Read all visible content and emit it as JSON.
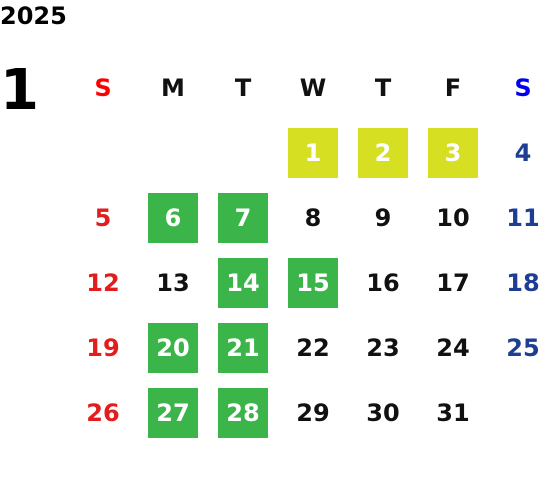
{
  "calendar": {
    "year": "2025",
    "month": "1",
    "weekdays": [
      "S",
      "M",
      "T",
      "W",
      "T",
      "F",
      "S"
    ],
    "weeks": [
      [
        {
          "day": "",
          "type": "empty"
        },
        {
          "day": "",
          "type": "empty"
        },
        {
          "day": "",
          "type": "empty"
        },
        {
          "day": "1",
          "type": "holiday-yellow"
        },
        {
          "day": "2",
          "type": "holiday-yellow"
        },
        {
          "day": "3",
          "type": "holiday-yellow"
        },
        {
          "day": "4",
          "type": "sat"
        }
      ],
      [
        {
          "day": "5",
          "type": "sun"
        },
        {
          "day": "6",
          "type": "green"
        },
        {
          "day": "7",
          "type": "green"
        },
        {
          "day": "8",
          "type": "normal"
        },
        {
          "day": "9",
          "type": "normal"
        },
        {
          "day": "10",
          "type": "normal"
        },
        {
          "day": "11",
          "type": "sat"
        }
      ],
      [
        {
          "day": "12",
          "type": "sun"
        },
        {
          "day": "13",
          "type": "normal"
        },
        {
          "day": "14",
          "type": "green"
        },
        {
          "day": "15",
          "type": "green"
        },
        {
          "day": "16",
          "type": "normal"
        },
        {
          "day": "17",
          "type": "normal"
        },
        {
          "day": "18",
          "type": "sat"
        }
      ],
      [
        {
          "day": "19",
          "type": "sun"
        },
        {
          "day": "20",
          "type": "green"
        },
        {
          "day": "21",
          "type": "green"
        },
        {
          "day": "22",
          "type": "normal"
        },
        {
          "day": "23",
          "type": "normal"
        },
        {
          "day": "24",
          "type": "normal"
        },
        {
          "day": "25",
          "type": "sat"
        }
      ],
      [
        {
          "day": "26",
          "type": "sun"
        },
        {
          "day": "27",
          "type": "green"
        },
        {
          "day": "28",
          "type": "green"
        },
        {
          "day": "29",
          "type": "normal"
        },
        {
          "day": "30",
          "type": "normal"
        },
        {
          "day": "31",
          "type": "normal"
        },
        {
          "day": "",
          "type": "empty"
        }
      ]
    ]
  },
  "colors": {
    "sunday_red": "#e11d1d",
    "saturday_blue": "#1e3e94",
    "holiday_yellow": "#d6df22",
    "highlight_green": "#3bb54a",
    "text_black": "#111111"
  }
}
